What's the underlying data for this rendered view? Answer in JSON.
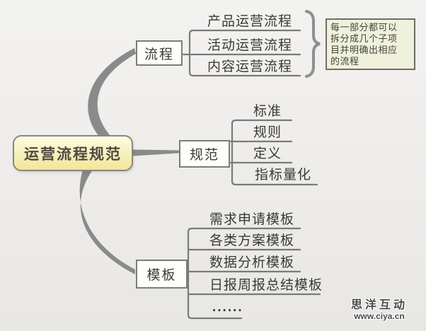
{
  "root": {
    "label": "运营流程规范"
  },
  "branches": [
    {
      "label": "流程",
      "children": [
        "产品运营流程",
        "活动运营流程",
        "内容运营流程"
      ]
    },
    {
      "label": "规范",
      "children": [
        "标准",
        "规则",
        "定义",
        "指标量化"
      ]
    },
    {
      "label": "模板",
      "children": [
        "需求申请模板",
        "各类方案模板",
        "数据分析模板",
        "日报周报总结模板",
        "......"
      ]
    }
  ],
  "note": {
    "full_text": "每一部分都可以拆分成几个子项目并明确出相应的流程",
    "lines": [
      "每一部分都可以",
      "拆分成几个子项",
      "目并明确出相应",
      "的流程"
    ]
  },
  "watermark": {
    "title": "思洋互动",
    "url": "www.ciya.cn"
  },
  "colors": {
    "background_top": "#f3f2f0",
    "background_bottom": "#e9e7e4",
    "root_fill_top": "#fdfce2",
    "root_fill_bottom": "#f1e698",
    "root_border": "#8b877c",
    "branch_line": "#8a8a8a",
    "leaf_line": "#7a7a7a",
    "box_border": "#7c7c77",
    "box_fill": "#fdfdfc",
    "note_fill": "#eff1dc",
    "note_border": "#6e6e66",
    "text": "#3a3a34"
  }
}
